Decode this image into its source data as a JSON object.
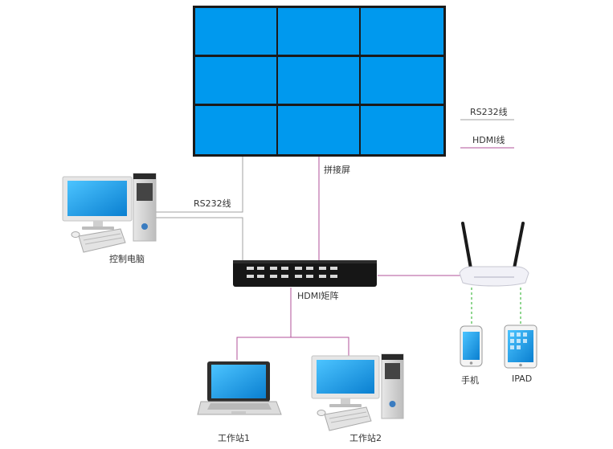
{
  "labels": {
    "video_wall": "拼接屏",
    "rs232_link": "RS232线",
    "control_pc": "控制电脑",
    "hdmi_matrix": "HDMI矩阵",
    "phone": "手机",
    "ipad": "IPAD",
    "workstation1": "工作站1",
    "workstation2": "工作站2"
  },
  "legend": {
    "rs232": "RS232线",
    "hdmi": "HDMI线"
  },
  "colors": {
    "screen_blue": "#0099EE",
    "rs232_line": "#A0A0A0",
    "hdmi_line": "#B0509A",
    "wifi_dash": "#55C055",
    "matrix_body": "#161616"
  },
  "video_wall": {
    "rows": 3,
    "cols": 3
  }
}
